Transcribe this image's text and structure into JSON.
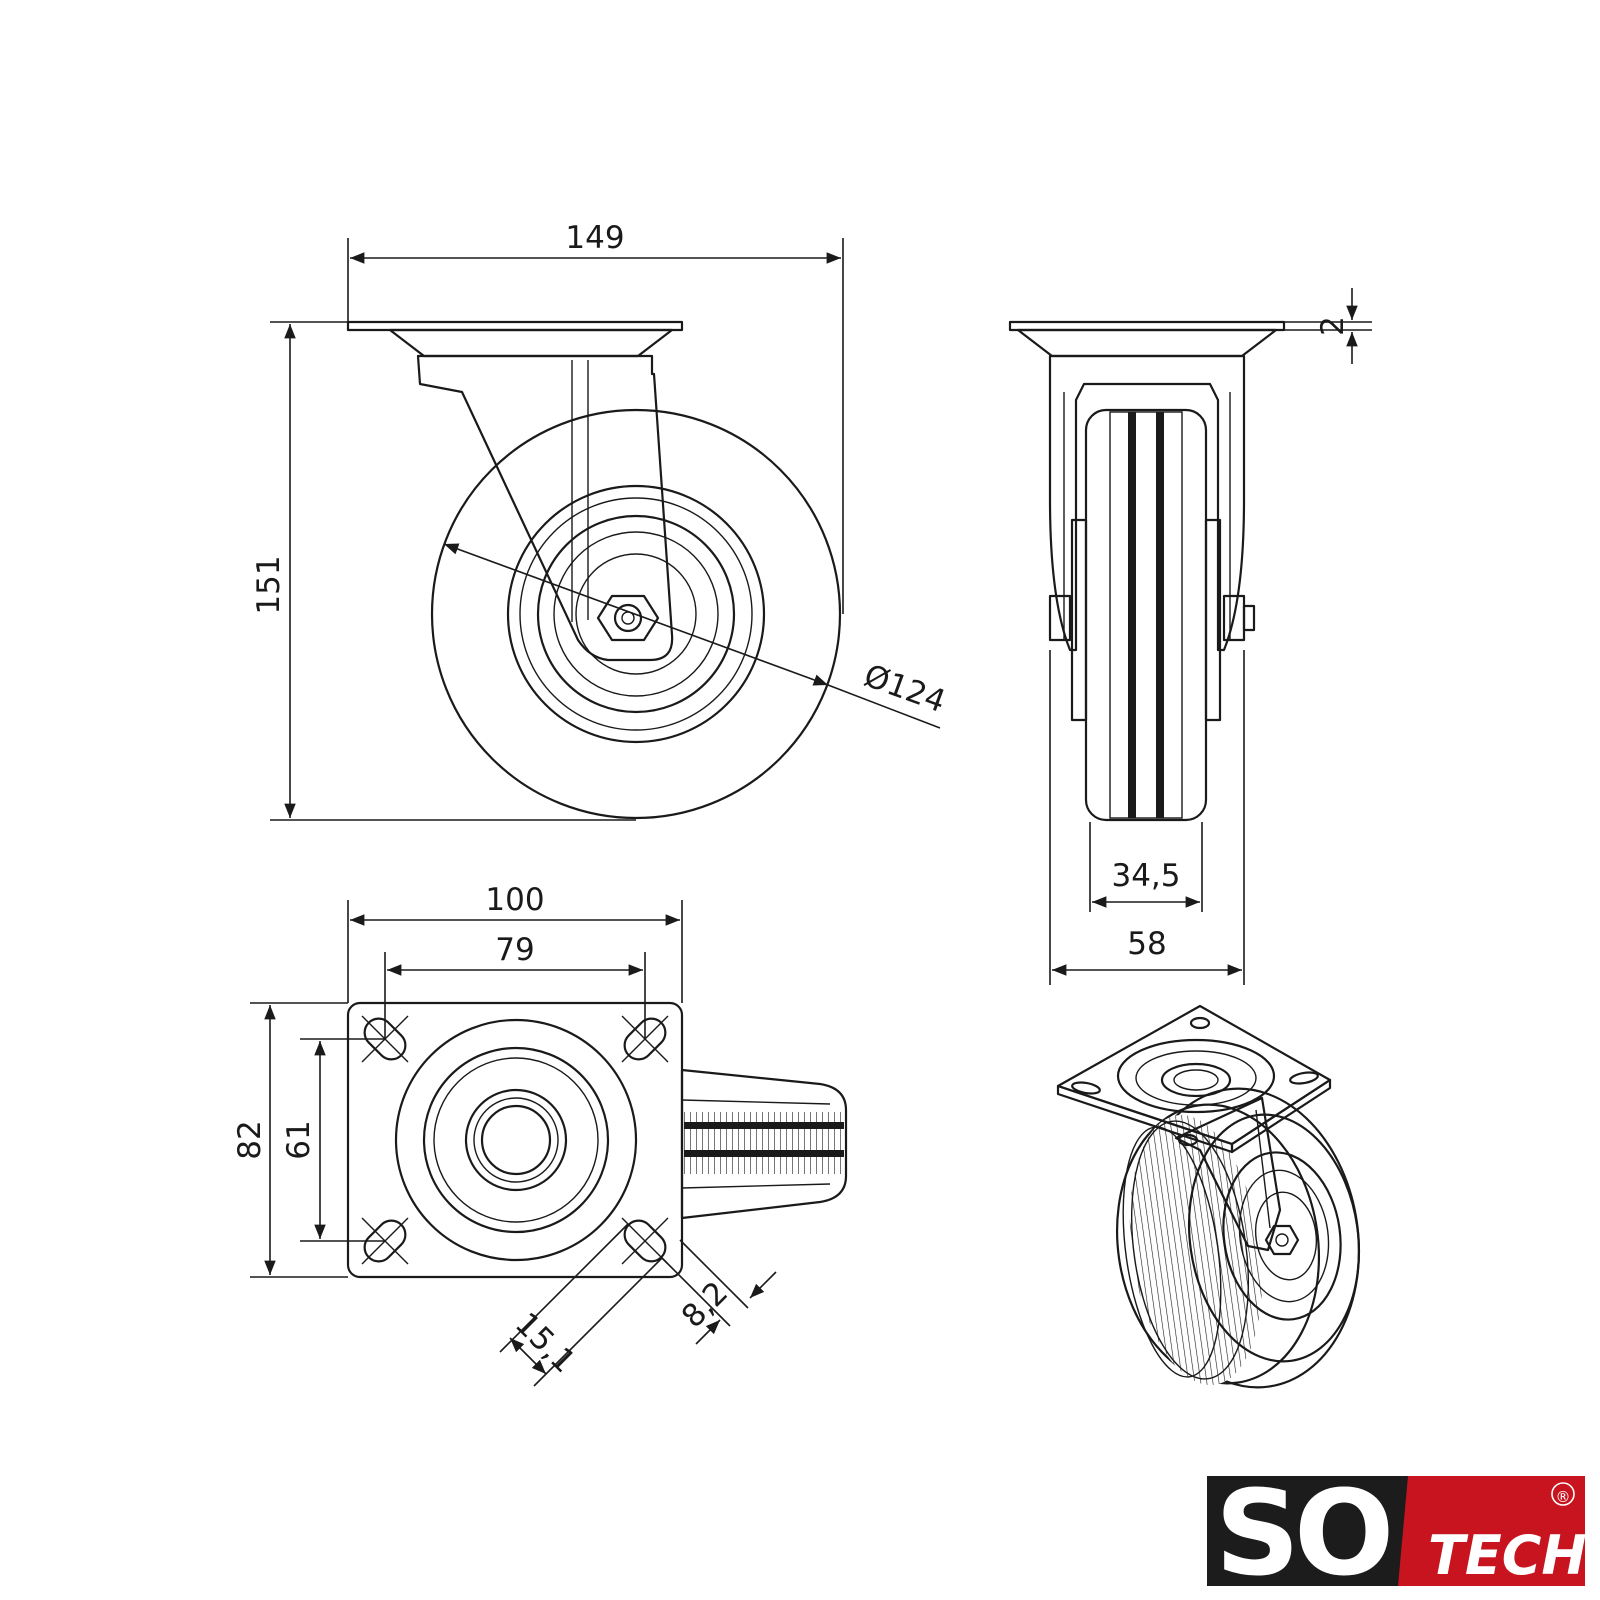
{
  "dimensions": {
    "overall_width": "149",
    "overall_height": "151",
    "wheel_diameter": "Ø124",
    "plate_thickness": "2",
    "tread_width": "34,5",
    "overall_side_width": "58",
    "plate_width": "100",
    "hole_spacing_x": "79",
    "plate_depth": "82",
    "hole_spacing_y": "61",
    "slot_length": "15,1",
    "slot_width": "8,2"
  },
  "logo": {
    "main": "SO",
    "sub": "TECH",
    "mark": "®",
    "colors": {
      "dark": "#1c1c1c",
      "red": "#c8141e",
      "text": "#ffffff"
    }
  }
}
